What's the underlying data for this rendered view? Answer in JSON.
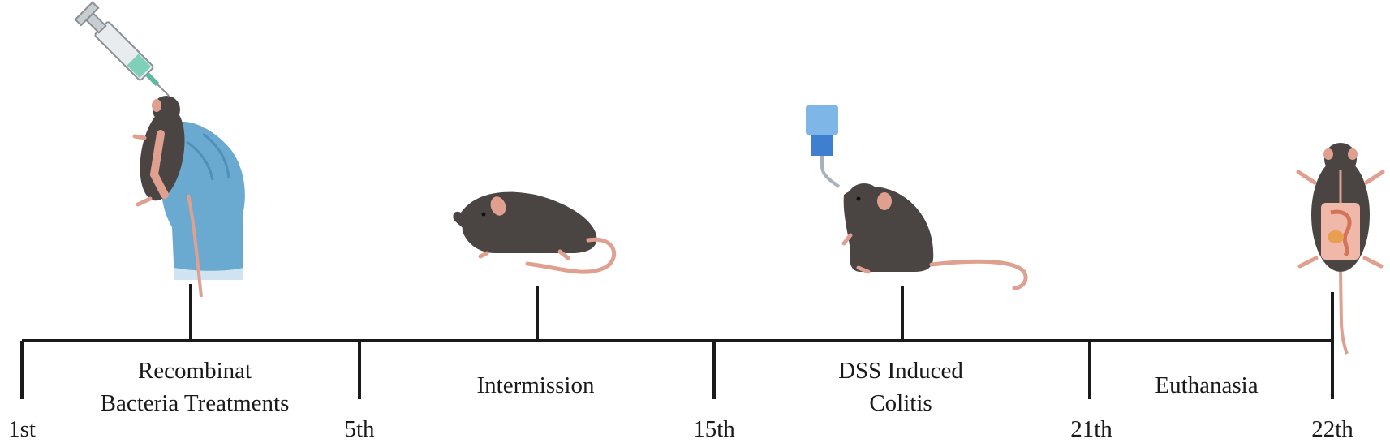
{
  "timeline": {
    "days": [
      {
        "label": "1st"
      },
      {
        "label": "5th"
      },
      {
        "label": "15th"
      },
      {
        "label": "21th"
      },
      {
        "label": "22th"
      }
    ],
    "phases": [
      {
        "lines": [
          "Recombinat",
          "Bacteria Treatments"
        ]
      },
      {
        "lines": [
          "Intermission"
        ]
      },
      {
        "lines": [
          "DSS Induced",
          "Colitis"
        ]
      },
      {
        "lines": [
          "Euthanasia"
        ]
      }
    ]
  },
  "illustrations": [
    {
      "icon": "mouse-injection-icon"
    },
    {
      "icon": "mouse-walking-icon"
    },
    {
      "icon": "mouse-drinking-icon"
    },
    {
      "icon": "mouse-dissected-icon"
    }
  ],
  "colors": {
    "line": "#1a1a1a",
    "mouse_body": "#4a4543",
    "mouse_pink": "#e0a090",
    "glove": "#6aaad0",
    "bottle": "#7fb6e8"
  }
}
